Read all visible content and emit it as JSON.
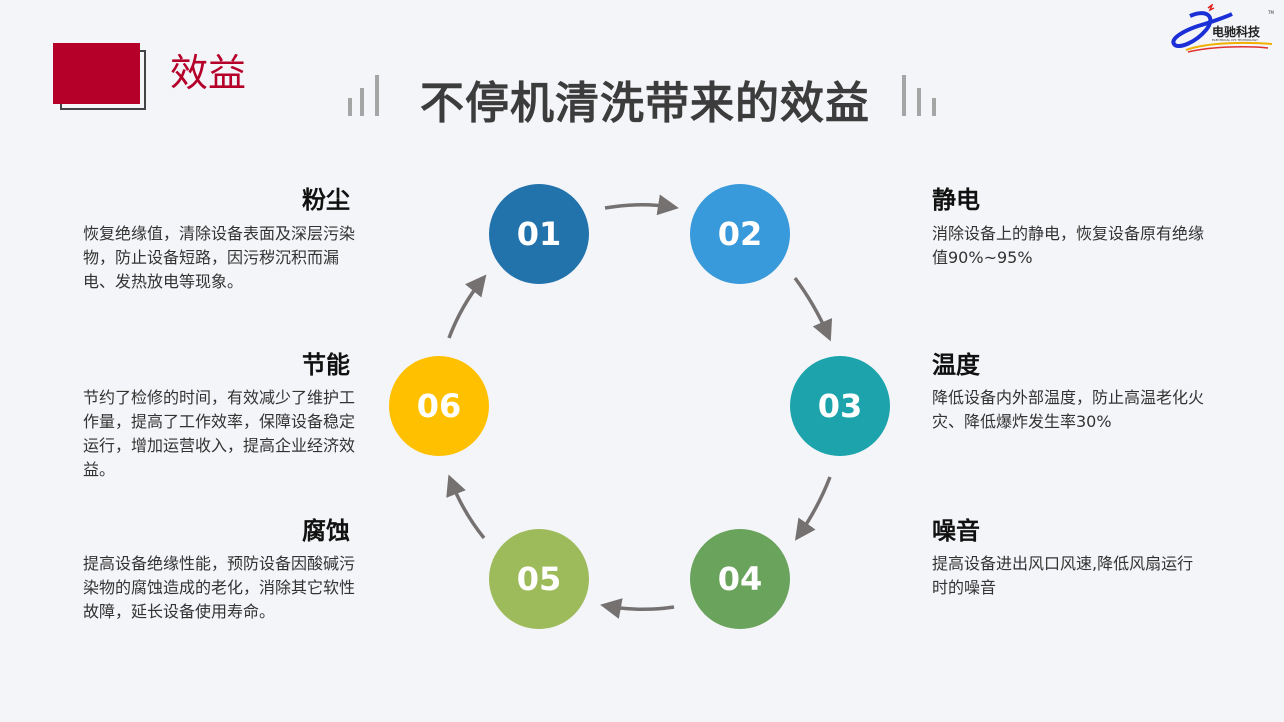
{
  "section_label": "效益",
  "title": "不停机清洗带来的效益",
  "logo": {
    "text": "电驰科技",
    "subtext": "ELECTRICAL CHI TECHNOLOGY",
    "tm": "TM"
  },
  "colors": {
    "accent": "#b5002a",
    "c01": "#2272ac",
    "c02": "#3899db",
    "c03": "#1ca3ac",
    "c04": "#6aa35b",
    "c05": "#9dbb5a",
    "c06": "#ffc000",
    "arrow": "#767171"
  },
  "steps": [
    {
      "num": "01",
      "title": "粉尘",
      "desc": "恢复绝缘值，清除设备表面及深层污染物，防止设备短路，因污秽沉积而漏电、发热放电等现象。"
    },
    {
      "num": "02",
      "title": "静电",
      "desc": "消除设备上的静电，恢复设备原有绝缘值90%~95%"
    },
    {
      "num": "03",
      "title": "温度",
      "desc": "降低设备内外部温度，防止高温老化火灾、降低爆炸发生率30%"
    },
    {
      "num": "04",
      "title": "噪音",
      "desc": "提高设备进出风口风速,降低风扇运行时的噪音"
    },
    {
      "num": "05",
      "title": "腐蚀",
      "desc": "提高设备绝缘性能，预防设备因酸碱污染物的腐蚀造成的老化，消除其它软性故障，延长设备使用寿命。"
    },
    {
      "num": "06",
      "title": "节能",
      "desc": "节约了检修的时间，有效减少了维护工作量，提高了工作效率，保障设备稳定运行，增加运营收入，提高企业经济效益。"
    }
  ]
}
